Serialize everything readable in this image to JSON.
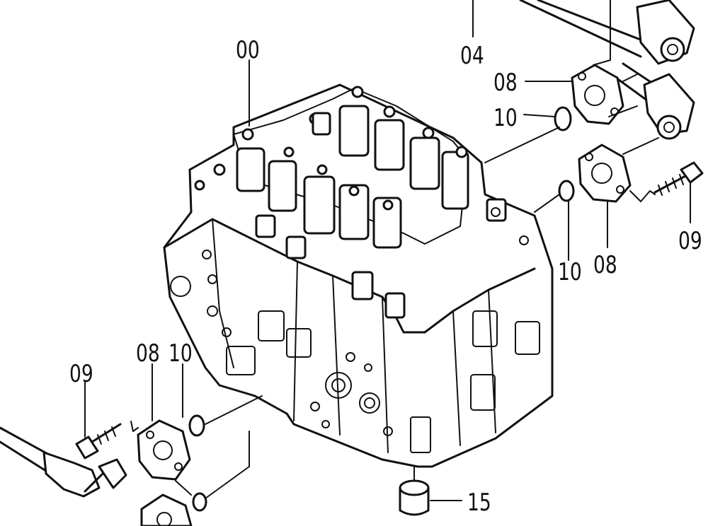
{
  "labels": {
    "main_valve": "00",
    "part_04": "04",
    "flange_top": "08",
    "oring_top": "10",
    "oring_right": "10",
    "flange_right": "08",
    "bolt_right": "09",
    "bolt_left": "09",
    "flange_left": "08",
    "oring_left": "10",
    "plug_bottom": "15"
  }
}
